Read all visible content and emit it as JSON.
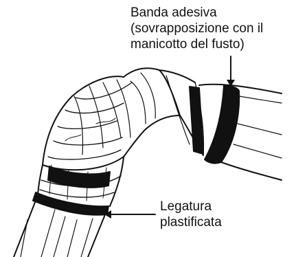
{
  "labels": {
    "adhesive_band": {
      "line1": "Banda adesiva",
      "line2": "(sovrapposizione con il",
      "line3": "manicotto del fusto)"
    },
    "plastic_tie": {
      "line1": "Legatura",
      "line2": "plastificata"
    }
  },
  "colors": {
    "ink": "#111111",
    "band": "#111111",
    "background": "#ffffff"
  }
}
